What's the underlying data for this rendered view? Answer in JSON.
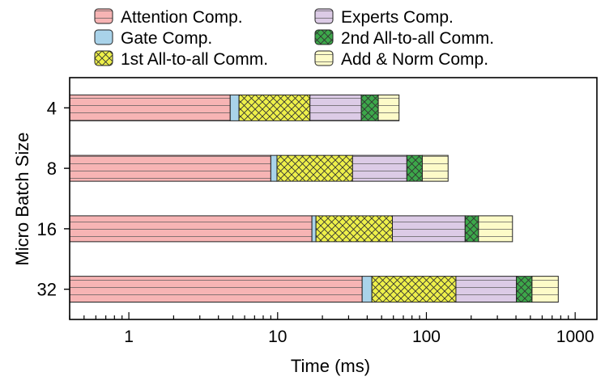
{
  "chart_data": {
    "type": "bar",
    "orientation": "horizontal",
    "stacked": true,
    "x_scale": "log",
    "xlabel": "Time (ms)",
    "ylabel": "Micro Batch Size",
    "xlim": [
      0.4,
      1400
    ],
    "x_ticks": [
      1,
      10,
      100,
      1000
    ],
    "x_tick_labels": [
      "1",
      "10",
      "100",
      "1000"
    ],
    "categories": [
      "4",
      "8",
      "16",
      "32"
    ],
    "legend_position": "top",
    "grid": false,
    "series": [
      {
        "name": "Attention Comp.",
        "color": "#f7b4b4",
        "pattern": "horizontal-lines",
        "values": [
          4.8,
          9.0,
          17.0,
          37.0
        ]
      },
      {
        "name": "Gate Comp.",
        "color": "#a9d3ea",
        "pattern": "none",
        "values": [
          0.7,
          0.9,
          1.1,
          6.0
        ]
      },
      {
        "name": "1st All-to-all Comm.",
        "color": "#eef04a",
        "pattern": "crosshatch",
        "values": [
          11.0,
          22.0,
          41.0,
          115.0
        ]
      },
      {
        "name": "Experts Comp.",
        "color": "#dccbe6",
        "pattern": "horizontal-lines",
        "values": [
          20.0,
          42.0,
          123.0,
          245.0
        ]
      },
      {
        "name": "2nd All-to-all Comm.",
        "color": "#3ca84a",
        "pattern": "crosshatch",
        "values": [
          11.0,
          20.0,
          42.0,
          110.0
        ]
      },
      {
        "name": "Add & Norm Comp.",
        "color": "#fdfbc8",
        "pattern": "horizontal-lines",
        "values": [
          18.0,
          46.0,
          155.0,
          257.0
        ]
      }
    ]
  }
}
